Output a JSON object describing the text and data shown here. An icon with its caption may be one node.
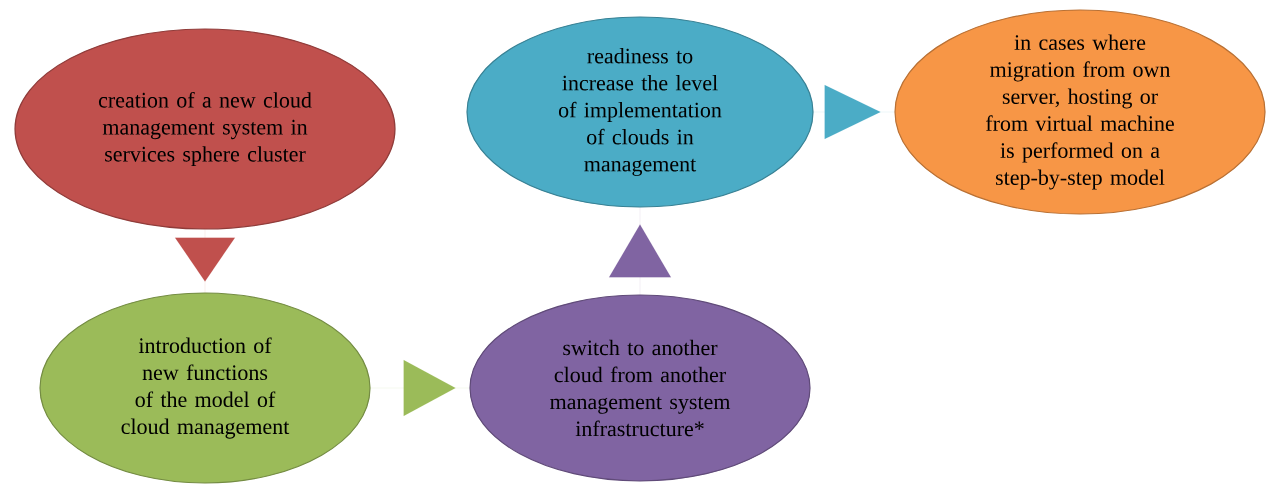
{
  "diagram": {
    "nodes": [
      {
        "text": [
          "creation of a new cloud management system in services sphere cluster"
        ]
      },
      {
        "text": [
          "introduction of new functions of the model of cloud management"
        ]
      },
      {
        "text": [
          "switch to another cloud from another management system infrastructure*"
        ]
      },
      {
        "text": [
          "readiness to increase the level of implementation of clouds in management"
        ]
      },
      {
        "text": [
          "in cases where migration from own server, hosting or from virtual machine is performed on a step-by-step model"
        ]
      }
    ],
    "edges": [
      {
        "from": 0,
        "to": 1,
        "arrow": "to",
        "color": "#c0504d"
      },
      {
        "from": 1,
        "to": 2,
        "arrow": "to",
        "color": "#9bbb59"
      },
      {
        "from": 2,
        "to": 3,
        "arrow": "to",
        "color": "#8064a2"
      },
      {
        "from": 3,
        "to": 4,
        "arrow": "to",
        "color": "#4bacc6"
      }
    ]
  }
}
